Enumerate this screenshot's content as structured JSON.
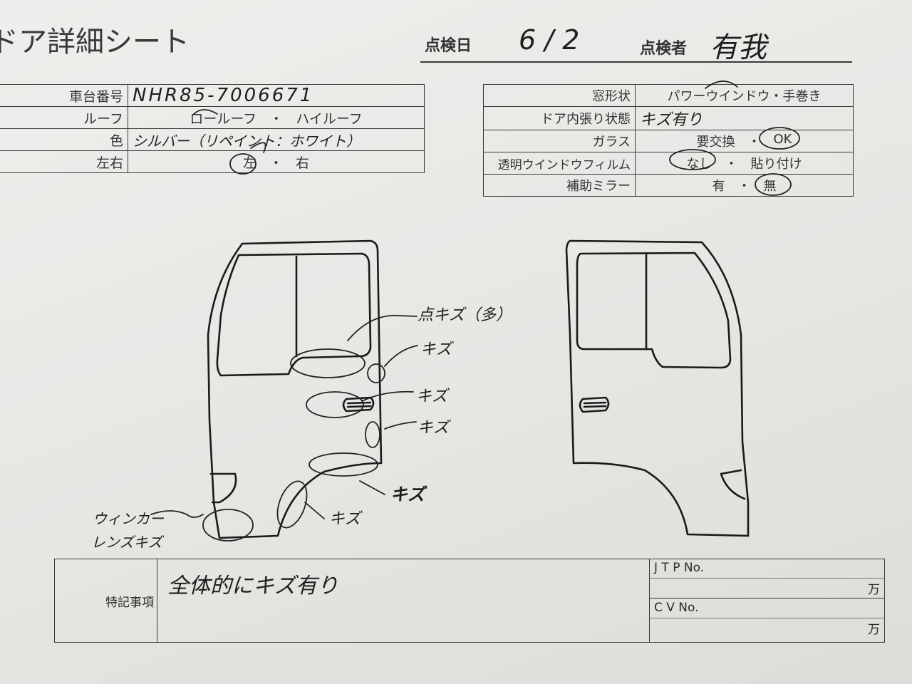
{
  "header": {
    "title": "ドア詳細シート",
    "inspection_date_label": "点検日",
    "inspection_date_value": "6 / 2",
    "inspector_label": "点検者",
    "inspector_value": "有我"
  },
  "left_table": {
    "rows": [
      {
        "label": "車台番号",
        "value": "NHR85-7006671"
      },
      {
        "label": "ルーフ",
        "options": [
          "ロールーフ",
          "ハイルーフ"
        ],
        "separator": "・"
      },
      {
        "label": "色",
        "value": "シルバー（リペイント：ホワイト）"
      },
      {
        "label": "左右",
        "options": [
          "左",
          "右"
        ],
        "separator": "・"
      }
    ]
  },
  "right_table": {
    "rows": [
      {
        "label": "窓形状",
        "value": "パワーウインドウ・手巻き"
      },
      {
        "label": "ドア内張り状態",
        "value": "キズ有り"
      },
      {
        "label": "ガラス",
        "options": [
          "要交換",
          "OK"
        ],
        "separator": "・"
      },
      {
        "label": "透明ウインドウフィルム",
        "options": [
          "なし",
          "貼り付け"
        ],
        "separator": "・"
      },
      {
        "label": "補助ミラー",
        "options": [
          "有",
          "無"
        ],
        "separator": "・"
      }
    ]
  },
  "annotations": {
    "dot_scratch": "点キズ（多）",
    "scratch_1": "キズ",
    "scratch_2": "キズ",
    "scratch_3": "キズ",
    "scratch_4": "キズ",
    "scratch_5": "キズ",
    "winker_line1": "ウィンカー",
    "winker_line2": "レンズキズ"
  },
  "remarks": {
    "label": "特記事項",
    "value": "全体的にキズ有り",
    "jtp_label": "J T P No.",
    "jtp_unit": "万",
    "cv_label": "C V No.",
    "cv_unit": "万"
  }
}
